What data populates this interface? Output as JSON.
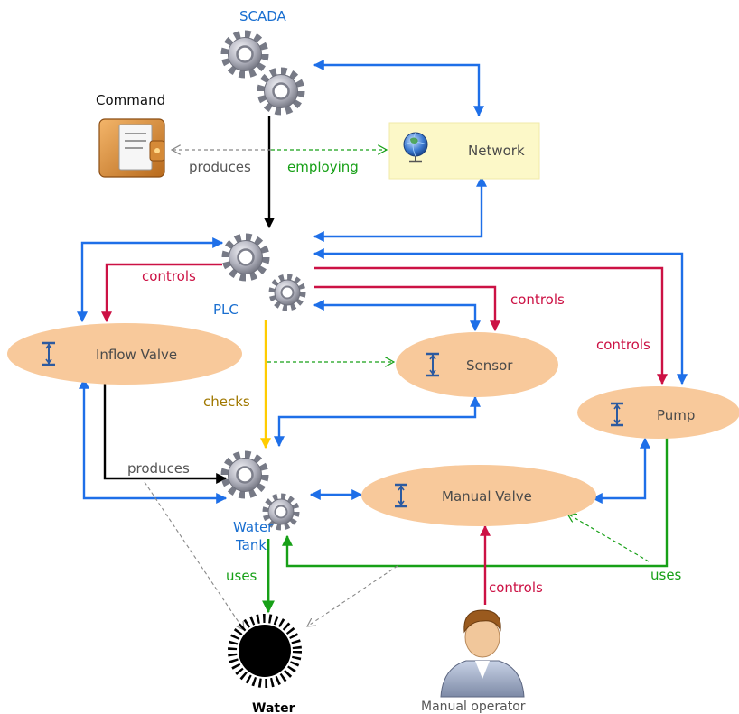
{
  "colors": {
    "blue": "#1e6fe8",
    "red": "#cc1144",
    "black": "#000000",
    "green": "#17a017",
    "yellow": "#ffcc00",
    "gray": "#888888",
    "ellipse_fill": "#f8c99b",
    "network_fill": "#fcf8c8",
    "agent_label": "#1a6fd0",
    "produces_label": "#555555",
    "checks_label": "#a07800"
  },
  "nodes": {
    "scada": "SCADA",
    "command": "Command",
    "network": "Network",
    "plc": "PLC",
    "inflow_valve": "Inflow Valve",
    "sensor": "Sensor",
    "pump": "Pump",
    "water_tank_line1": "Water",
    "water_tank_line2": "Tank",
    "manual_valve": "Manual Valve",
    "water": "Water",
    "manual_operator": "Manual operator"
  },
  "edge_labels": {
    "produces_command": "produces",
    "employing": "employing",
    "controls_inflow": "controls",
    "controls_sensor": "controls",
    "controls_pump": "controls",
    "checks": "checks",
    "produces_tank": "produces",
    "uses_water": "uses",
    "uses_pump": "uses",
    "controls_manual": "controls"
  }
}
